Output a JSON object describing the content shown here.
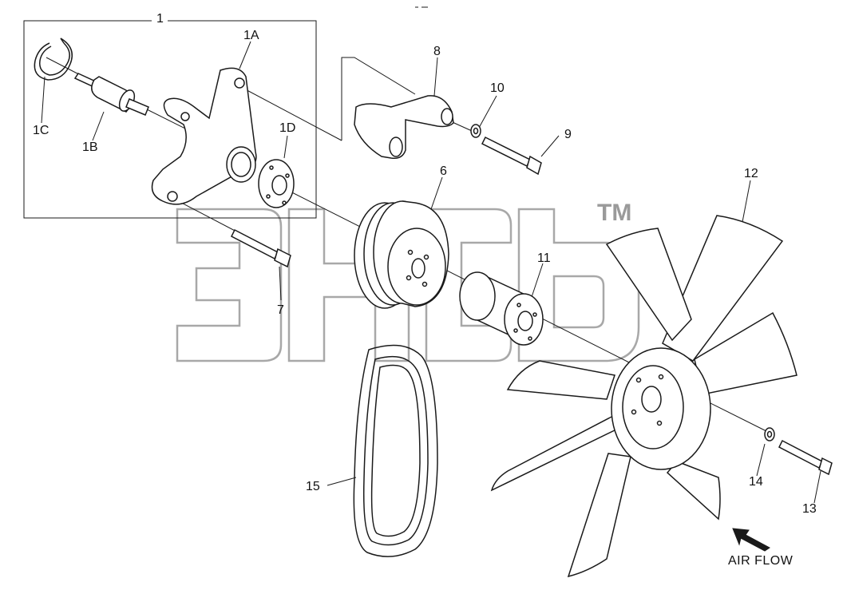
{
  "diagram": {
    "watermark": {
      "mark": "TM"
    },
    "air_flow_label": "AIR FLOW",
    "callouts": {
      "c1": "1",
      "c1A": "1A",
      "c1B": "1B",
      "c1C": "1C",
      "c1D": "1D",
      "c6": "6",
      "c7": "7",
      "c8": "8",
      "c9": "9",
      "c10": "10",
      "c11": "11",
      "c12": "12",
      "c13": "13",
      "c14": "14",
      "c15": "15"
    },
    "colors": {
      "line": "#1a1a1a",
      "watermark": "#a8a8a8",
      "fill": "#ffffff"
    }
  }
}
